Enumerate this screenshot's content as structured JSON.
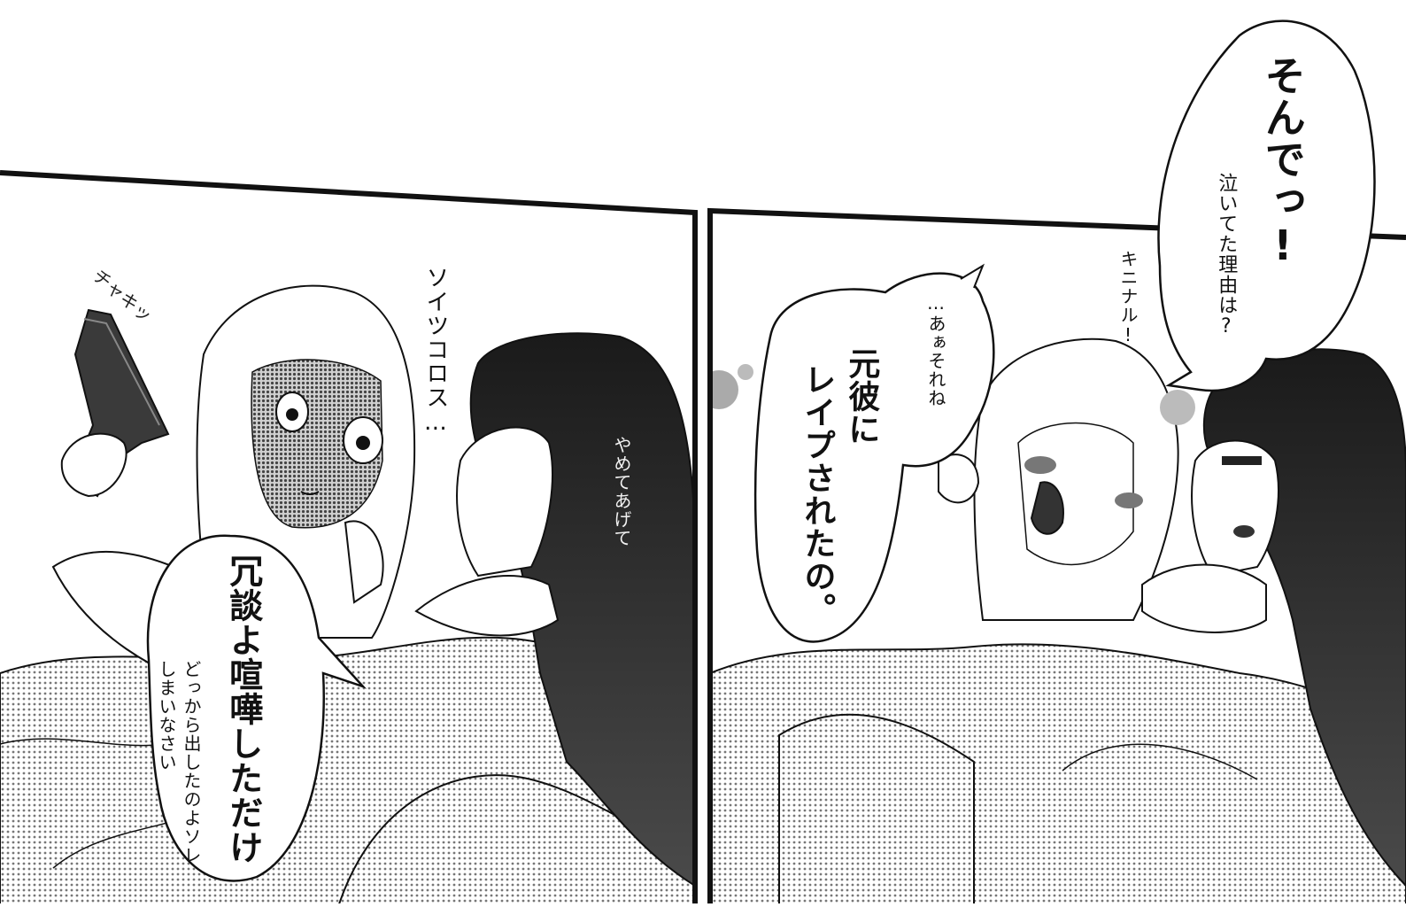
{
  "left_panel": {
    "sfx_gun": "チャキッ",
    "thought_kill": "ソイツコロス…",
    "whisper_stop": "やめてあげて",
    "bubble_joke_main": "冗談よ喧嘩しただけ",
    "bubble_joke_sub_1": "どっから出したのよソレ",
    "bubble_joke_sub_2": "しまいなさい"
  },
  "right_panel": {
    "bubble_question_main": "そんでっ!",
    "bubble_question_sub": "泣いてた理由は?",
    "sfx_curious": "キニナル!",
    "bubble_answer_sub": "…あぁそれね",
    "bubble_answer_main_1": "元彼に",
    "bubble_answer_main_2": "レイプされたの。"
  },
  "colors": {
    "ink": "#111111",
    "paper": "#ffffff",
    "screentone": "#9a9a9a",
    "dark_hair": "#2a2a2a"
  }
}
